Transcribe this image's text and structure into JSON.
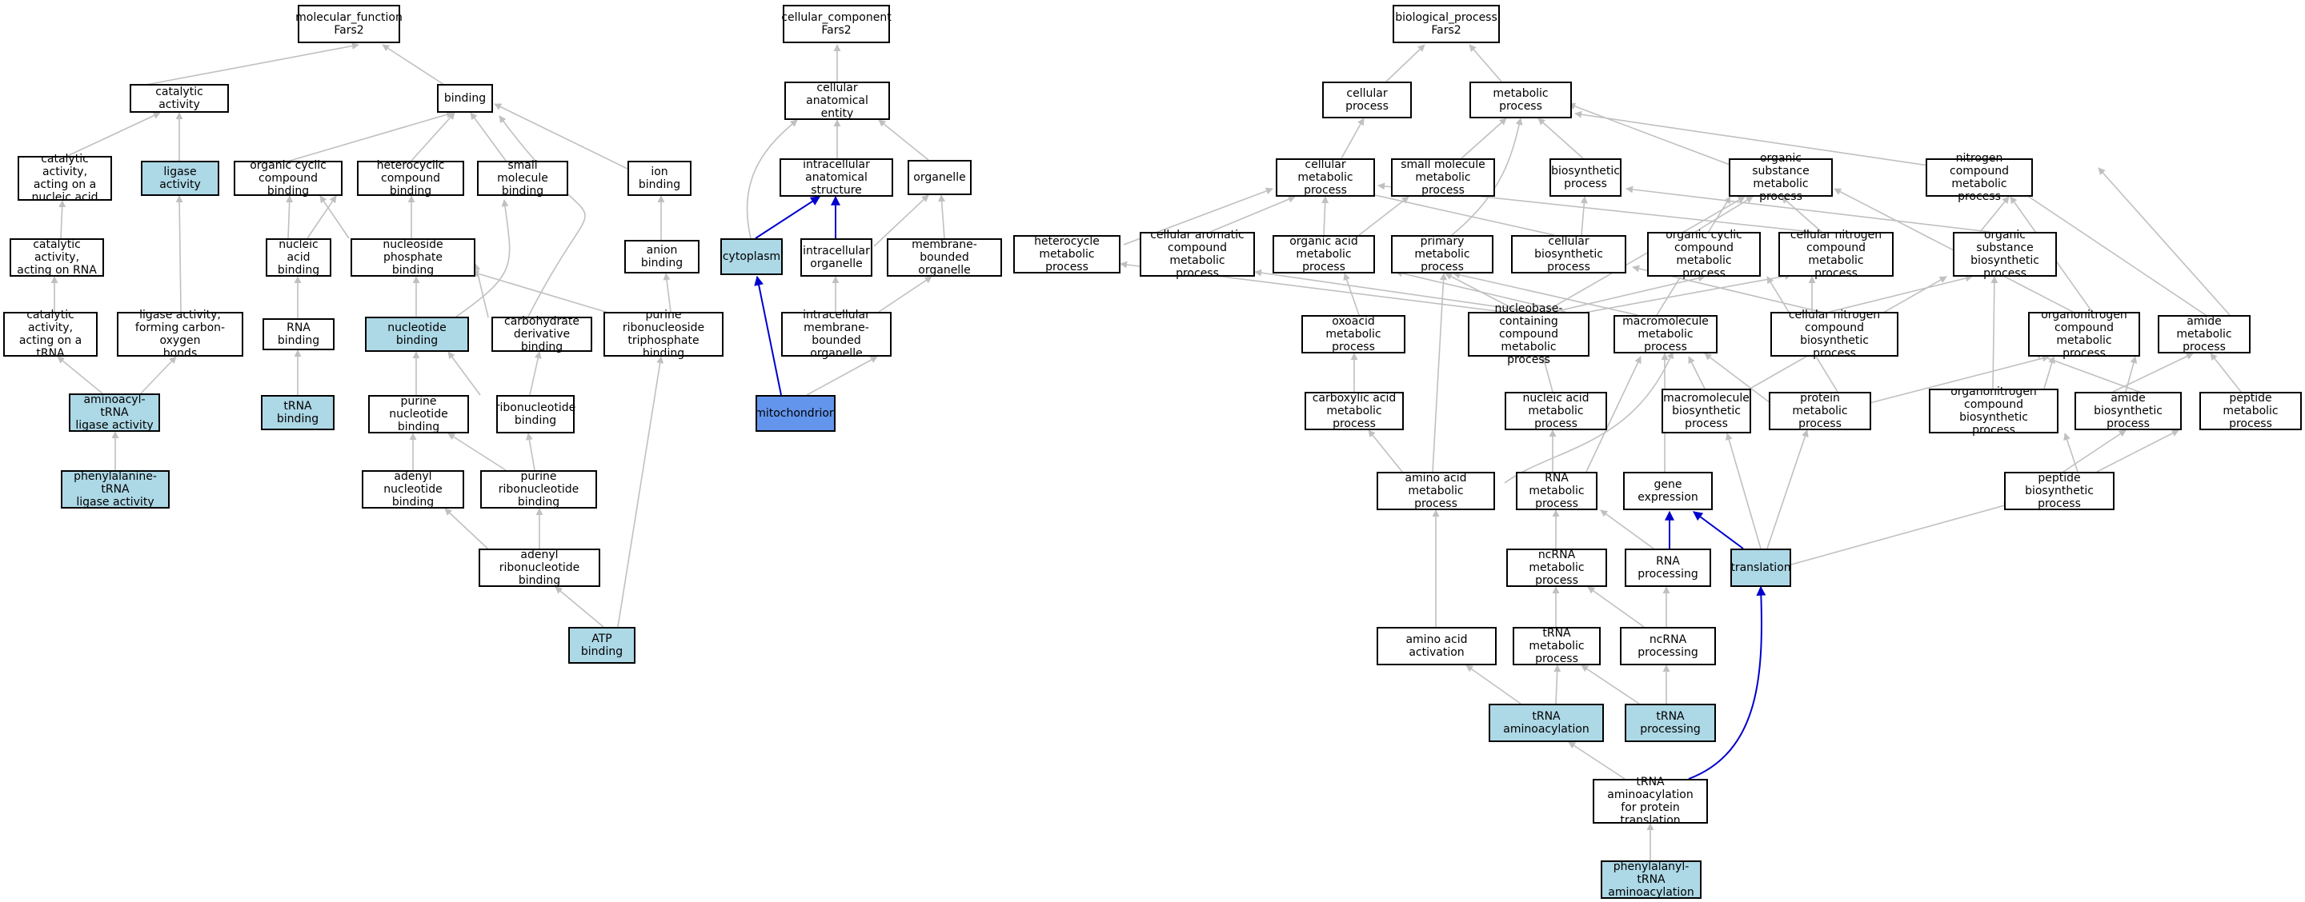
{
  "colors": {
    "gray_edge": "#c0c0c0",
    "blue_edge": "#0000cd",
    "light_fill": "#add8e6",
    "dark_fill": "#6495ed"
  },
  "nodes": {
    "mf": "molecular_function\nFars2",
    "catalytic_activity": "catalytic activity",
    "binding": "binding",
    "cat_nucleic": "catalytic activity,\nacting on a\nnucleic acid",
    "ligase_activity": "ligase activity",
    "organic_cyclic_binding": "organic cyclic\ncompound binding",
    "heterocyclic_binding": "heterocyclic\ncompound binding",
    "small_molecule_binding": "small molecule\nbinding",
    "ion_binding": "ion binding",
    "cat_rna": "catalytic activity,\nacting on RNA",
    "nucleic_acid_binding": "nucleic acid\nbinding",
    "nucleoside_phosphate_binding": "nucleoside phosphate\nbinding",
    "anion_binding": "anion binding",
    "cat_trna": "catalytic activity,\nacting on a\ntRNA",
    "ligase_co": "ligase activity,\nforming carbon-oxygen\nbonds",
    "rna_binding": "RNA binding",
    "nucleotide_binding": "nucleotide binding",
    "carbohydrate_binding": "carbohydrate\nderivative binding",
    "purine_rnp_tp_binding": "purine ribonucleoside\ntriphosphate\nbinding",
    "aminoacyl_trna": "aminoacyl-tRNA\nligase activity",
    "trna_binding": "tRNA binding",
    "purine_nucleotide_binding": "purine nucleotide\nbinding",
    "ribonucleotide_binding": "ribonucleotide\nbinding",
    "phe_trna_ligase": "phenylalanine-tRNA\nligase activity",
    "adenyl_nucleotide_binding": "adenyl nucleotide\nbinding",
    "purine_ribonucleotide_binding": "purine ribonucleotide\nbinding",
    "adenyl_ribonucleotide_binding": "adenyl ribonucleotide\nbinding",
    "atp_binding": "ATP binding",
    "cc": "cellular_component\nFars2",
    "cell_anat": "cellular anatomical\nentity",
    "intra_anat": "intracellular\nanatomical structure",
    "organelle": "organelle",
    "cytoplasm": "cytoplasm",
    "intra_organelle": "intracellular\norganelle",
    "mb_organelle": "membrane-bounded\norganelle",
    "intra_mb_organelle": "intracellular\nmembrane-bounded\norganelle",
    "mitochondrion": "mitochondrion",
    "bp": "biological_process\nFars2",
    "cellular_process": "cellular process",
    "metabolic_process": "metabolic process",
    "cell_met": "cellular metabolic\nprocess",
    "small_mol_met": "small molecule\nmetabolic process",
    "biosynthetic": "biosynthetic\nprocess",
    "org_sub_met": "organic substance\nmetabolic process",
    "nitrogen_met": "nitrogen compound\nmetabolic process",
    "heterocycle_met": "heterocycle\nmetabolic process",
    "cell_arom_met": "cellular aromatic\ncompound metabolic\nprocess",
    "organic_acid_met": "organic acid\nmetabolic process",
    "primary_met": "primary metabolic\nprocess",
    "cell_biosyn": "cellular biosynthetic\nprocess",
    "org_cyclic_met": "organic cyclic\ncompound metabolic\nprocess",
    "cell_nitro_met": "cellular nitrogen\ncompound metabolic\nprocess",
    "org_sub_biosyn": "organic substance\nbiosynthetic\nprocess",
    "oxoacid_met": "oxoacid metabolic\nprocess",
    "nucleobase_met": "nucleobase-containing\ncompound metabolic\nprocess",
    "macromolecule_met": "macromolecule\nmetabolic process",
    "cell_nitro_biosyn": "cellular nitrogen\ncompound biosynthetic\nprocess",
    "organonitrogen_met": "organonitrogen\ncompound metabolic\nprocess",
    "amide_met": "amide metabolic\nprocess",
    "carboxylic_met": "carboxylic acid\nmetabolic process",
    "nucleic_acid_met": "nucleic acid\nmetabolic process",
    "macromolecule_biosyn": "macromolecule\nbiosynthetic\nprocess",
    "protein_met": "protein metabolic\nprocess",
    "organonitrogen_biosyn": "organonitrogen\ncompound biosynthetic\nprocess",
    "amide_biosyn": "amide biosynthetic\nprocess",
    "peptide_met": "peptide metabolic\nprocess",
    "amino_acid_met": "amino acid metabolic\nprocess",
    "rna_met": "RNA metabolic\nprocess",
    "gene_expression": "gene expression",
    "peptide_biosyn": "peptide biosynthetic\nprocess",
    "ncrna_met": "ncRNA metabolic\nprocess",
    "rna_processing": "RNA processing",
    "translation": "translation",
    "amino_acid_activation": "amino acid activation",
    "trna_met": "tRNA metabolic\nprocess",
    "ncrna_processing": "ncRNA processing",
    "trna_aminoacylation": "tRNA aminoacylation",
    "trna_processing": "tRNA processing",
    "trna_aa_translation": "tRNA aminoacylation\nfor protein\ntranslation",
    "phe_trna_aa": "phenylalanyl-tRNA\naminoacylation"
  }
}
